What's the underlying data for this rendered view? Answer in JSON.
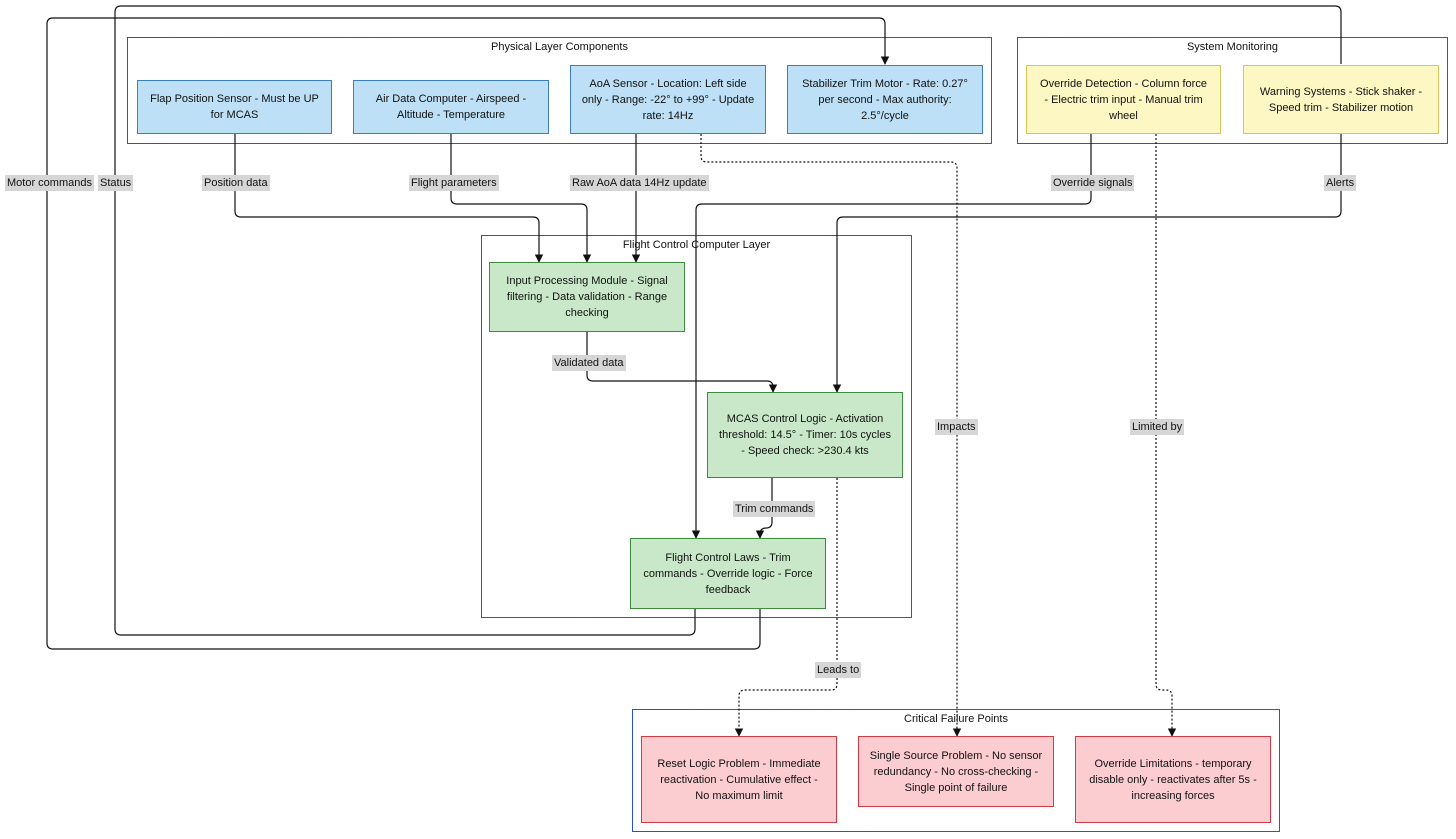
{
  "groups": {
    "physical": "Physical Layer Components",
    "monitoring": "System Monitoring",
    "fcc": "Flight Control Computer Layer",
    "failure": "Critical Failure Points"
  },
  "nodes": {
    "flap_sensor": "Flap Position Sensor - Must be UP for MCAS",
    "air_data": "Air Data Computer - Airspeed - Altitude - Temperature",
    "aoa_sensor": "AoA Sensor - Location: Left side only - Range: -22° to +99° - Update rate: 14Hz",
    "trim_motor": "Stabilizer Trim Motor - Rate: 0.27° per second - Max authority: 2.5°/cycle",
    "override_detection": "Override Detection - Column force - Electric trim input - Manual trim wheel",
    "warning_systems": "Warning Systems - Stick shaker - Speed trim - Stabilizer motion",
    "input_processing": "Input Processing Module - Signal filtering - Data validation - Range checking",
    "mcas_logic": "MCAS Control Logic - Activation threshold: 14.5° - Timer: 10s cycles - Speed check: >230.4 kts",
    "flight_laws": "Flight Control Laws - Trim commands - Override logic - Force feedback",
    "reset_logic": "Reset Logic Problem - Immediate reactivation - Cumulative effect - No maximum limit",
    "single_source": "Single Source Problem - No sensor redundancy - No cross-checking - Single point of failure",
    "override_limits": "Override Limitations - temporary disable only - reactivates after 5s - increasing forces"
  },
  "edges": {
    "motor_commands": "Motor commands",
    "status": "Status",
    "position_data": "Position data",
    "flight_parameters": "Flight parameters",
    "raw_aoa": "Raw AoA data 14Hz update",
    "override_signals": "Override signals",
    "alerts": "Alerts",
    "validated_data": "Validated data",
    "impacts": "Impacts",
    "limited_by": "Limited by",
    "trim_commands": "Trim commands",
    "leads_to": "Leads to"
  },
  "colors": {
    "group_border_start": "#2a4fd6",
    "group_border_end": "#e3124e",
    "physical_fill": "#bde0f7",
    "monitoring_fill": "#fdf7c3",
    "fcc_fill": "#c9e8c9",
    "failure_fill": "#fbcdd0",
    "label_bg": "#d6d6d6"
  }
}
